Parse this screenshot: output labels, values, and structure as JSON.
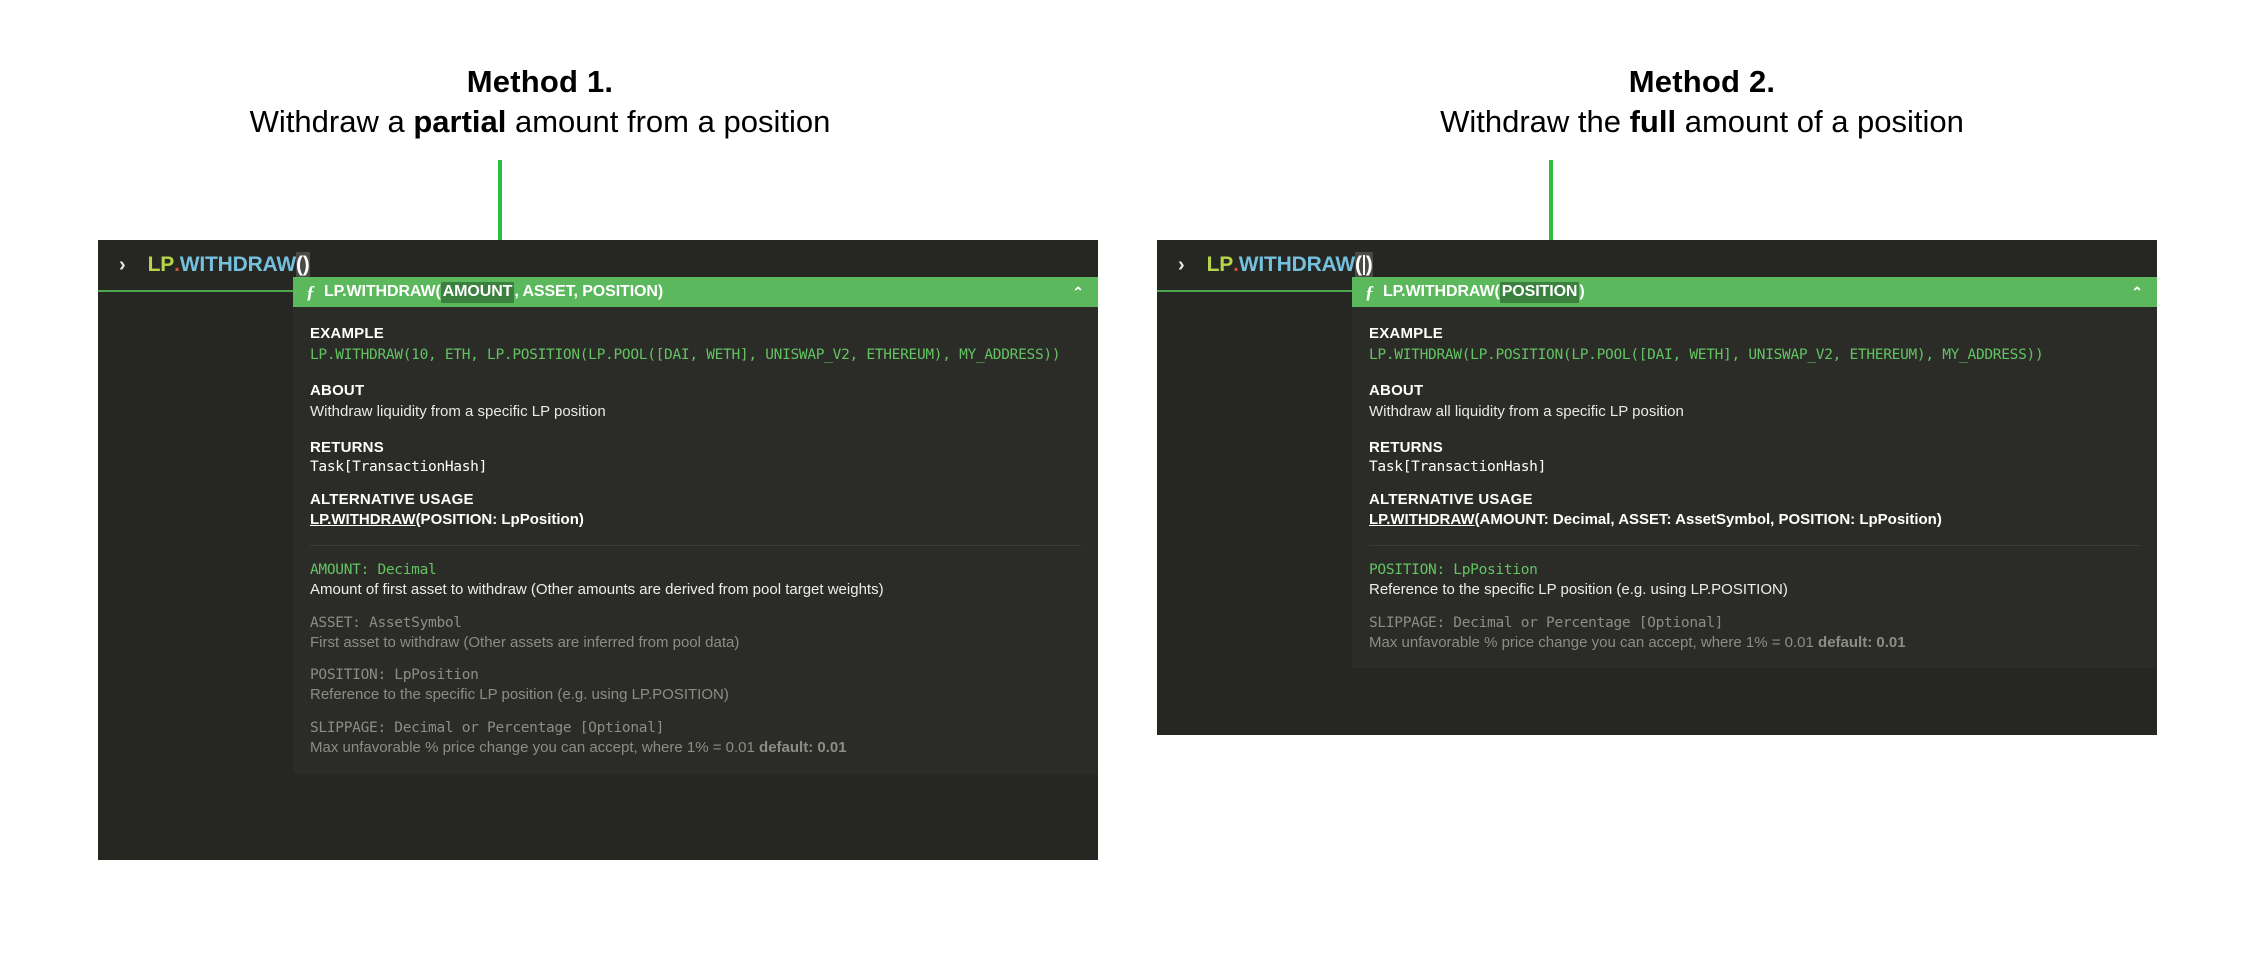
{
  "annotations": {
    "left": {
      "heading": "Method 1.",
      "desc_before": "Withdraw a ",
      "desc_bold": "partial",
      "desc_after": " amount from a position"
    },
    "right": {
      "heading": "Method 2.",
      "desc_before": "Withdraw the ",
      "desc_bold": "full",
      "desc_after": " amount of a position"
    }
  },
  "panels": {
    "left": {
      "console": {
        "prompt": "›",
        "namespace": "LP",
        "dot": ".",
        "function": "WITHDRAW",
        "parens": "()"
      },
      "popup": {
        "fx_icon": "ƒ",
        "signature_prefix": "LP.WITHDRAW(",
        "signature_active_arg": "AMOUNT",
        "signature_suffix": ", ASSET, POSITION)",
        "collapse_icon": "⌃",
        "sections": {
          "example_label": "EXAMPLE",
          "example_code": "LP.WITHDRAW(10, ETH, LP.POSITION(LP.POOL([DAI, WETH], UNISWAP_V2, ETHEREUM), MY_ADDRESS))",
          "about_label": "ABOUT",
          "about_text": "Withdraw liquidity from a specific LP position",
          "returns_label": "RETURNS",
          "returns_value": "Task[TransactionHash]",
          "alternative_label": "ALTERNATIVE USAGE",
          "alternative_link": "LP.WITHDRAW",
          "alternative_args": "(POSITION: LpPosition)"
        },
        "parameters": [
          {
            "signature": "AMOUNT: Decimal",
            "description": "Amount of first asset to withdraw (Other amounts are derived from pool target weights)",
            "state": "active"
          },
          {
            "signature": "ASSET: AssetSymbol",
            "description": "First asset to withdraw (Other assets are inferred from pool data)",
            "state": "dim"
          },
          {
            "signature": "POSITION: LpPosition",
            "description": "Reference to the specific LP position (e.g. using LP.POSITION)",
            "state": "dim"
          },
          {
            "signature": "SLIPPAGE: Decimal or Percentage [Optional]",
            "description": "Max unfavorable % price change you can accept, where 1% = 0.01 ",
            "description_bold": "default: 0.01",
            "state": "dim"
          }
        ]
      }
    },
    "right": {
      "console": {
        "prompt": "›",
        "namespace": "LP",
        "dot": ".",
        "function": "WITHDRAW",
        "paren_open": "(",
        "paren_close": ")"
      },
      "popup": {
        "fx_icon": "ƒ",
        "signature_prefix": "LP.WITHDRAW(",
        "signature_active_arg": "POSITION",
        "signature_suffix": ")",
        "collapse_icon": "⌃",
        "sections": {
          "example_label": "EXAMPLE",
          "example_code": "LP.WITHDRAW(LP.POSITION(LP.POOL([DAI, WETH], UNISWAP_V2, ETHEREUM), MY_ADDRESS))",
          "about_label": "ABOUT",
          "about_text": "Withdraw all liquidity from a specific LP position",
          "returns_label": "RETURNS",
          "returns_value": "Task[TransactionHash]",
          "alternative_label": "ALTERNATIVE USAGE",
          "alternative_link": "LP.WITHDRAW",
          "alternative_args": "(AMOUNT: Decimal, ASSET: AssetSymbol, POSITION: LpPosition)"
        },
        "parameters": [
          {
            "signature": "POSITION: LpPosition",
            "description": "Reference to the specific LP position (e.g. using LP.POSITION)",
            "state": "active"
          },
          {
            "signature": "SLIPPAGE: Decimal or Percentage [Optional]",
            "description": "Max unfavorable % price change you can accept, where 1% = 0.01 ",
            "description_bold": "default: 0.01",
            "state": "dim"
          }
        ]
      }
    }
  },
  "colors": {
    "accent_green": "#5cb85c",
    "arrow_green": "#2ebd3f",
    "console_bg": "#262722",
    "popup_bg": "#2b2c27",
    "code_green": "#63c363",
    "namespace_yellow": "#b7d44b",
    "dot_red": "#d4503c",
    "function_blue": "#74c0dd",
    "dim_gray": "#8d8d86"
  }
}
